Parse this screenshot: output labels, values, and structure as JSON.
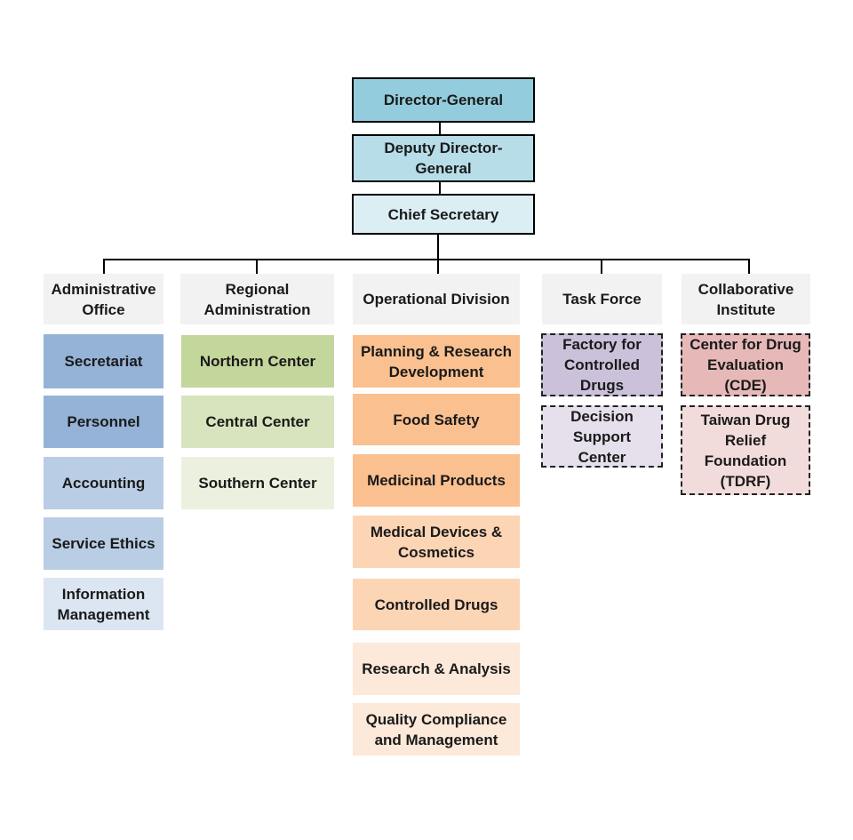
{
  "top": {
    "director_general": "Director-General",
    "deputy_director_general": "Deputy Director-\nGeneral",
    "chief_secretary": "Chief Secretary"
  },
  "branches": [
    {
      "header": "Administrative\nOffice",
      "units": [
        "Secretariat",
        "Personnel",
        "Accounting",
        "Service Ethics",
        "Information\nManagement"
      ]
    },
    {
      "header": "Regional\nAdministration",
      "units": [
        "Northern Center",
        "Central Center",
        "Southern Center"
      ]
    },
    {
      "header": "Operational  Division",
      "units": [
        "Planning  & Research\nDevelopment",
        "Food Safety",
        "Medicinal Products",
        "Medical Devices &\nCosmetics",
        "Controlled  Drugs",
        "Research & Analysis",
        "Quality Compliance\nand Management"
      ]
    },
    {
      "header": "Task Force",
      "units": [
        "Factory for\nControlled\nDrugs",
        "Decision\nSupport\nCenter"
      ]
    },
    {
      "header": "Collaborative\nInstitute",
      "units": [
        "Center for Drug\nEvaluation\n(CDE)",
        "Taiwan Drug\nRelief\nFoundation\n(TDRF)"
      ]
    }
  ]
}
